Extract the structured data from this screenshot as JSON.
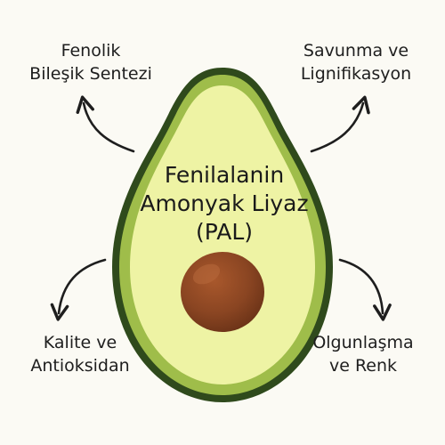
{
  "center": {
    "title_lines": [
      "Fenilalanin",
      "Amonyak Liyaz",
      "(PAL)"
    ]
  },
  "effects": {
    "top_left": [
      "Fenolik",
      "Bileşik Sentezi"
    ],
    "top_right": [
      "Savunma ve",
      "Lignifikasyon"
    ],
    "bottom_left": [
      "Kalite ve",
      "Antioksidan"
    ],
    "bottom_right": [
      "Olgunlaşma",
      "ve Renk"
    ]
  },
  "colors": {
    "background": "#fbfaf4",
    "avocado_skin": "#2f4a1c",
    "avocado_rim": "#9fbd4a",
    "avocado_flesh": "#eef3a4",
    "seed": "#8a4522",
    "arrow": "#1e1e1e"
  }
}
